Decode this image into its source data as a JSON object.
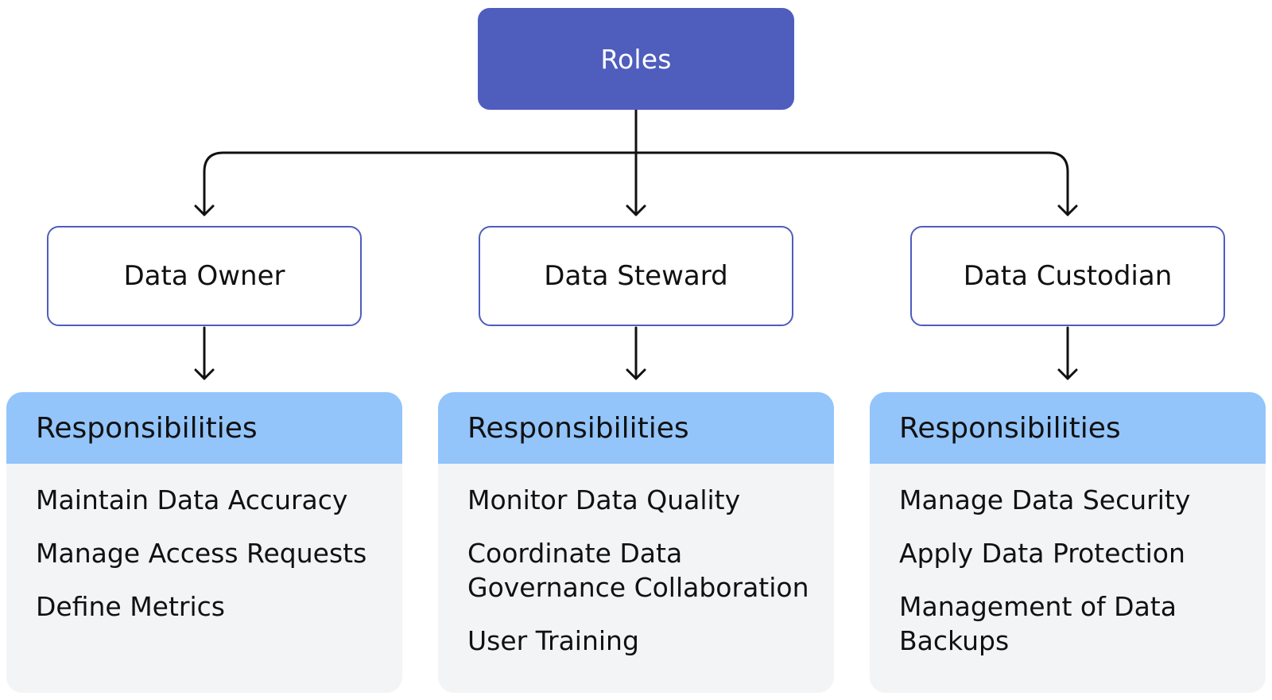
{
  "root": {
    "label": "Roles"
  },
  "roles": [
    {
      "name": "Data Owner",
      "responsibilities_title": "Responsibilities",
      "responsibilities": [
        "Maintain Data Accuracy",
        "Manage Access Requests",
        "Define Metrics"
      ]
    },
    {
      "name": "Data Steward",
      "responsibilities_title": "Responsibilities",
      "responsibilities": [
        "Monitor Data Quality",
        "Coordinate Data Governance Collaboration",
        "User Training"
      ]
    },
    {
      "name": "Data Custodian",
      "responsibilities_title": "Responsibilities",
      "responsibilities": [
        "Manage Data Security",
        "Apply Data Protection",
        "Management of Data Backups"
      ]
    }
  ],
  "colors": {
    "root_fill": "#4f5dbd",
    "role_border": "#4f5dbd",
    "header_fill": "#93c5fb",
    "card_fill": "#f3f4f6",
    "connector": "#111111"
  }
}
